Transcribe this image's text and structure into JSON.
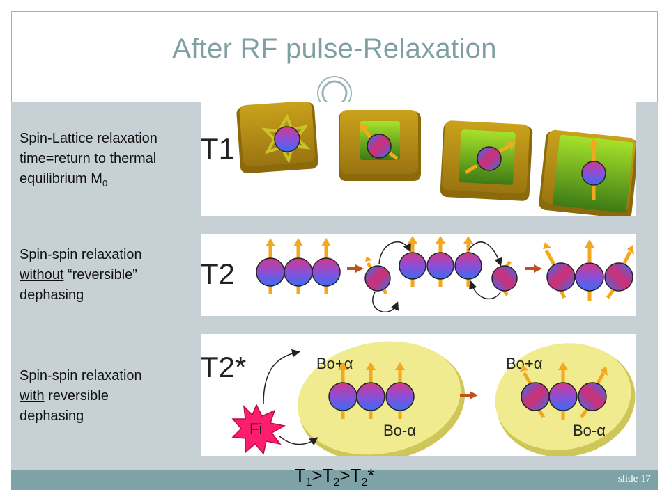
{
  "slide": {
    "title": "After RF pulse-Relaxation",
    "slide_number": "slide 17"
  },
  "rows": [
    {
      "label": "T1",
      "description_lines": [
        "Spin-Lattice relaxation",
        "time=return to thermal",
        "equilibrium M"
      ],
      "subscript": "0"
    },
    {
      "label": "T2",
      "description_line1": "Spin-spin relaxation",
      "underlined": "without",
      "description_line2_rest": " “reversible”",
      "description_line3": "dephasing"
    },
    {
      "label": "T2*",
      "description_line1": "Spin-spin relaxation",
      "underlined": "with",
      "description_line2_rest": " reversible",
      "description_line3": "dephasing",
      "field_plus": "Bo+α",
      "field_minus": "Bo-α",
      "source_label": "Fi"
    }
  ],
  "relation": {
    "t1": "T",
    "t1_sub": "1",
    "gt1": ">",
    "t2": "T",
    "t2_sub": "2",
    "gt2": ">",
    "t3": "T",
    "t3_sub": "2",
    "t3_suffix": "*"
  },
  "colors": {
    "title": "#7f9fa3",
    "band": "#c7d0d4",
    "footer": "#7ea3a6",
    "lattice": "#b8900e",
    "spin_arrow": "#f4a81d",
    "transfer_arrow": "#c0501e",
    "ellipse": "#f0eb8e",
    "burst": "#ff1e6e"
  }
}
